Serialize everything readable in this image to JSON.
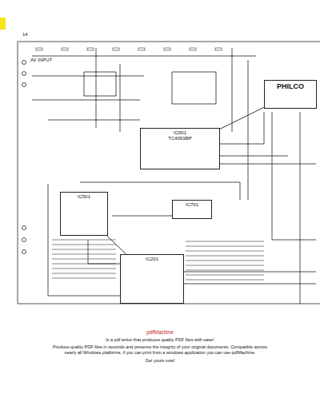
{
  "diagram": {
    "nodes": [
      {
        "text": [
          "PHILCO"
        ]
      },
      {
        "text": [
          "IC601",
          "TC4053BP"
        ]
      },
      {
        "text": [
          "IC501"
        ]
      },
      {
        "text": [
          "IC701"
        ]
      },
      {
        "text": [
          "IC201"
        ]
      }
    ],
    "edges": [
      {
        "from": 1,
        "to": 0,
        "arrow": "none"
      },
      {
        "from": 2,
        "to": 4,
        "arrow": "none"
      }
    ],
    "labels": [
      "14",
      "AV INPUT",
      "pdfMachine",
      "Is a pdf writer that produces quality PDF files with ease!",
      "Produce quality PDF files in seconds and preserve the integrity of your original documents. Compatible across nearly all Windows platforms, if you can print from a windows application you can use pdfMachine.",
      "Get yours now!"
    ]
  }
}
